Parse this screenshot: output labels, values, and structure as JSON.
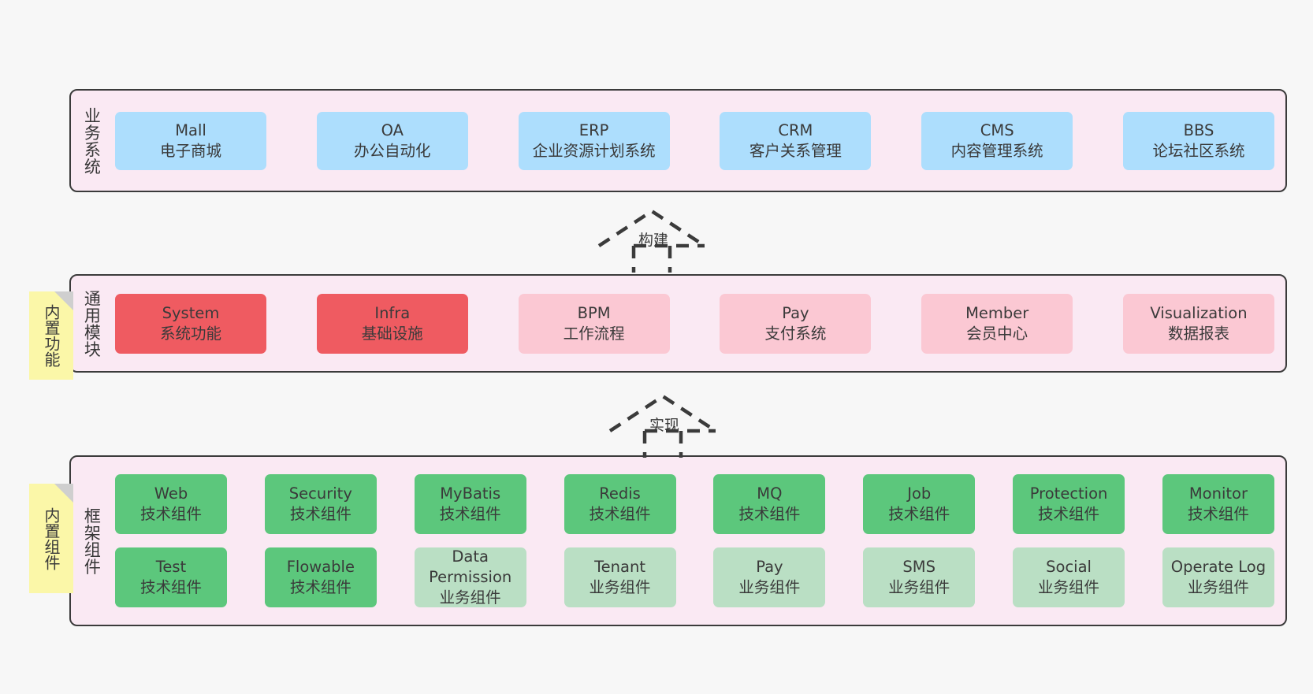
{
  "diagram": {
    "background_color": "#f7f7f7",
    "panel_background": "#fae9f3",
    "panel_border": "#3b3b3b"
  },
  "layers": {
    "business": {
      "title": "业务系统",
      "accent": "#addefd",
      "items": [
        {
          "en": "Mall",
          "cn": "电子商城"
        },
        {
          "en": "OA",
          "cn": "办公自动化"
        },
        {
          "en": "ERP",
          "cn": "企业资源计划系统"
        },
        {
          "en": "CRM",
          "cn": "客户关系管理"
        },
        {
          "en": "CMS",
          "cn": "内容管理系统"
        },
        {
          "en": "BBS",
          "cn": "论坛社区系统"
        }
      ]
    },
    "modules": {
      "title": "通用模块",
      "note": "内置功能",
      "accent_primary": "#ef5b61",
      "accent_secondary": "#fbc8d3",
      "items": [
        {
          "en": "System",
          "cn": "系统功能",
          "style": "primary"
        },
        {
          "en": "Infra",
          "cn": "基础设施",
          "style": "primary"
        },
        {
          "en": "BPM",
          "cn": "工作流程",
          "style": "secondary"
        },
        {
          "en": "Pay",
          "cn": "支付系统",
          "style": "secondary"
        },
        {
          "en": "Member",
          "cn": "会员中心",
          "style": "secondary"
        },
        {
          "en": "Visualization",
          "cn": "数据报表",
          "style": "secondary"
        }
      ]
    },
    "framework": {
      "title": "框架组件",
      "note": "内置组件",
      "accent_primary": "#5cc77c",
      "accent_secondary": "#badfc4",
      "row_tech": [
        {
          "en": "Web",
          "cn": "技术组件"
        },
        {
          "en": "Security",
          "cn": "技术组件"
        },
        {
          "en": "MyBatis",
          "cn": "技术组件"
        },
        {
          "en": "Redis",
          "cn": "技术组件"
        },
        {
          "en": "MQ",
          "cn": "技术组件"
        },
        {
          "en": "Job",
          "cn": "技术组件"
        },
        {
          "en": "Protection",
          "cn": "技术组件"
        },
        {
          "en": "Monitor",
          "cn": "技术组件"
        }
      ],
      "row_business": [
        {
          "en": "Test",
          "cn": "技术组件",
          "style": "primary"
        },
        {
          "en": "Flowable",
          "cn": "技术组件",
          "style": "primary"
        },
        {
          "en": "Data Permission",
          "cn": "业务组件",
          "style": "secondary"
        },
        {
          "en": "Tenant",
          "cn": "业务组件",
          "style": "secondary"
        },
        {
          "en": "Pay",
          "cn": "业务组件",
          "style": "secondary"
        },
        {
          "en": "SMS",
          "cn": "业务组件",
          "style": "secondary"
        },
        {
          "en": "Social",
          "cn": "业务组件",
          "style": "secondary"
        },
        {
          "en": "Operate Log",
          "cn": "业务组件",
          "style": "secondary"
        }
      ]
    }
  },
  "connectors": [
    {
      "name": "build",
      "label": "构建",
      "from": "modules",
      "to": "business"
    },
    {
      "name": "implement",
      "label": "实现",
      "from": "framework",
      "to": "modules"
    }
  ]
}
